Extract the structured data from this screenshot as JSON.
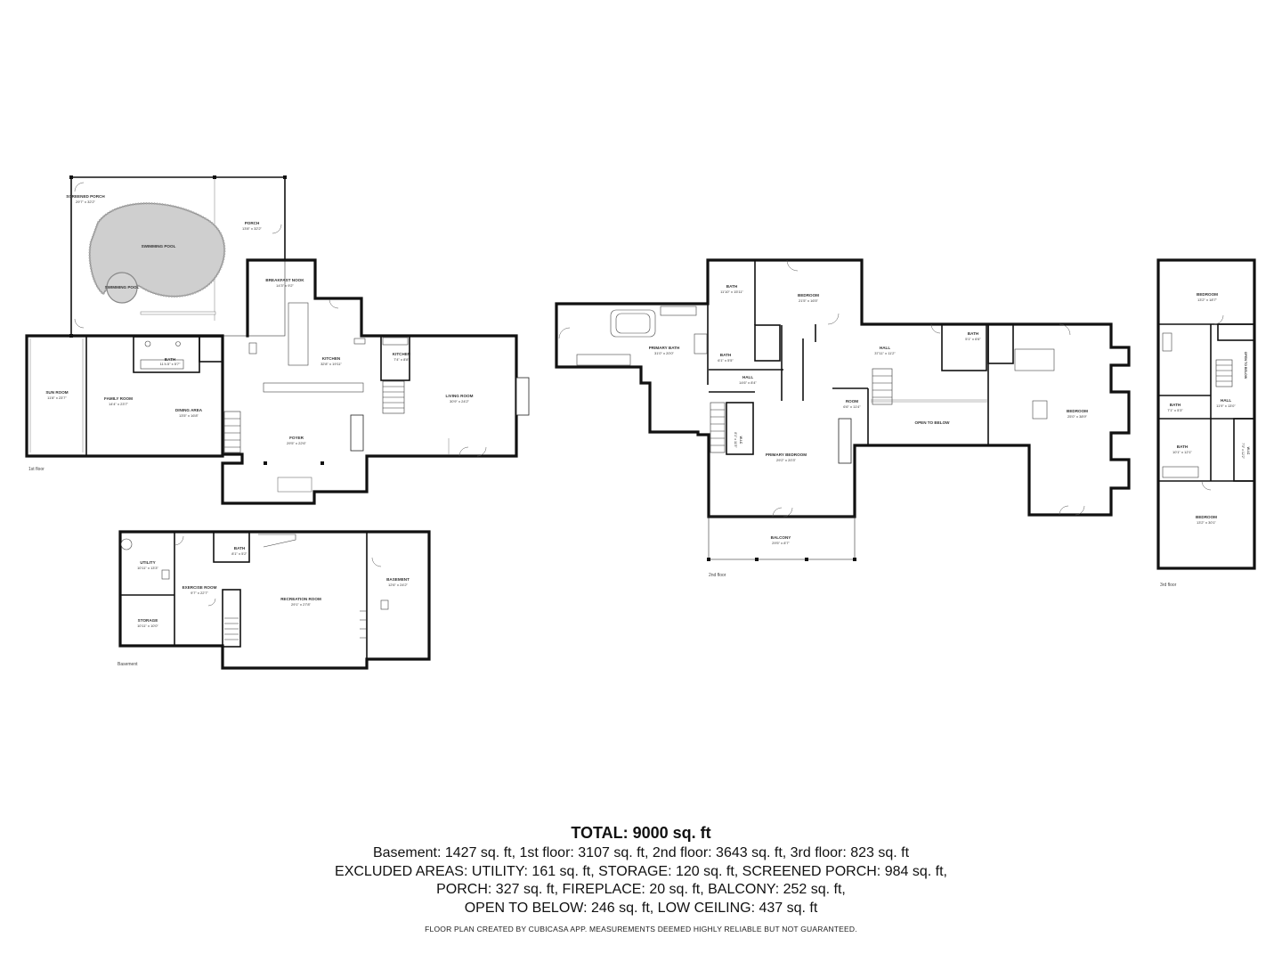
{
  "floors": {
    "first": {
      "label": "1st floor",
      "rooms": {
        "screened_porch": {
          "name": "SCREENED PORCH",
          "dims": "29'7\" x 32'2\""
        },
        "swimming_pool": {
          "name": "SWIMMING POOL"
        },
        "swimming_pool_small": {
          "name": "SWIMMING POOL"
        },
        "porch": {
          "name": "PORCH",
          "dims": "13'8\" x 32'2\""
        },
        "breakfast_nook": {
          "name": "BREAKFAST NOOK",
          "dims": "14'3\" x 9'2\""
        },
        "sun_room": {
          "name": "SUN ROOM",
          "dims": "11'8\" x 23'7\""
        },
        "family_room": {
          "name": "FAMILY ROOM",
          "dims": "14'4\" x 23'7\""
        },
        "bath": {
          "name": "BATH",
          "dims": "11'4.5\" x 5'7\""
        },
        "dining_area": {
          "name": "DINING AREA",
          "dims": "13'5\" x 16'8\""
        },
        "kitchen": {
          "name": "KITCHEN",
          "dims": "32'8\" x 19'11\""
        },
        "kitchen_small": {
          "name": "KITCHEN",
          "dims": "7'4\" x 8'8\""
        },
        "living_room": {
          "name": "LIVING ROOM",
          "dims": "30'9\" x 24'2\""
        },
        "foyer": {
          "name": "FOYER",
          "dims": "29'5\" x 22'6\""
        }
      }
    },
    "basement": {
      "label": "Basement",
      "rooms": {
        "utility": {
          "name": "UTILITY",
          "dims": "10'11\" x 13'3\""
        },
        "storage": {
          "name": "STORAGE",
          "dims": "10'11\" x 10'0\""
        },
        "bath": {
          "name": "BATH",
          "dims": "8'1\" x 5'2\""
        },
        "exercise_room": {
          "name": "EXERCISE ROOM",
          "dims": "9'7\" x 22'7\""
        },
        "recreation_room": {
          "name": "RECREATION ROOM",
          "dims": "29'1\" x 27'8\""
        },
        "basement": {
          "name": "BASEMENT",
          "dims": "12'6\" x 24'2\""
        }
      }
    },
    "second": {
      "label": "2nd floor",
      "rooms": {
        "primary_bath": {
          "name": "PRIMARY BATH",
          "dims": "31'0\" x 20'0\""
        },
        "bath_top": {
          "name": "BATH",
          "dims": "11'10\" x 15'11\""
        },
        "bedroom_top": {
          "name": "BEDROOM",
          "dims": "21'5\" x 16'5\""
        },
        "bath_small": {
          "name": "BATH",
          "dims": "6'1\" x 5'5\""
        },
        "hall_small": {
          "name": "HALL",
          "dims": "14'6\" x 8'4\""
        },
        "wic_1": {
          "name": "W.I.C",
          "dims": "8'1\" x 11'5\""
        },
        "primary_bedroom": {
          "name": "PRIMARY BEDROOM",
          "dims": "29'2\" x 20'3\""
        },
        "balcony": {
          "name": "BALCONY",
          "dims": "29'5\" x 8'7\""
        },
        "hall": {
          "name": "HALL",
          "dims": "37'11\" x 11'2\""
        },
        "room": {
          "name": "ROOM",
          "dims": "6'6\" x 11'4\""
        },
        "open_to_below": {
          "name": "OPEN TO BELOW"
        },
        "bath_right": {
          "name": "BATH",
          "dims": "5'1\" x 6'6\""
        },
        "bedroom_right": {
          "name": "BEDROOM",
          "dims": "25'0\" x 38'9\""
        }
      }
    },
    "third": {
      "label": "3rd floor",
      "rooms": {
        "bedroom_top": {
          "name": "BEDROOM",
          "dims": "13'2\" x 18'7\""
        },
        "open_to_below": {
          "name": "OPEN TO BELOW"
        },
        "hall": {
          "name": "HALL",
          "dims": "11'9\" x 13'0\""
        },
        "bath_upper": {
          "name": "BATH",
          "dims": "7'1\" x 5'3\""
        },
        "bath_lower": {
          "name": "BATH",
          "dims": "10'1\" x 12'1\""
        },
        "wic": {
          "name": "W.I.C",
          "dims": "7'3\" x 12'2\""
        },
        "bedroom_bottom": {
          "name": "BEDROOM",
          "dims": "13'2\" x 30'1\""
        }
      }
    }
  },
  "summary": {
    "total": "TOTAL: 9000 sq. ft",
    "line1": "Basement: 1427 sq. ft, 1st floor: 3107 sq. ft, 2nd floor: 3643 sq. ft, 3rd floor: 823 sq. ft",
    "line2": "EXCLUDED AREAS: UTILITY: 161 sq. ft, STORAGE: 120 sq. ft, SCREENED PORCH: 984 sq. ft,",
    "line3": "PORCH: 327 sq. ft, FIREPLACE: 20 sq. ft, BALCONY: 252 sq. ft,",
    "line4": "OPEN TO BELOW: 246 sq. ft, LOW CEILING: 437 sq. ft",
    "disclaimer": "FLOOR PLAN CREATED BY CUBICASA APP. MEASUREMENTS DEEMED HIGHLY RELIABLE BUT NOT GUARANTEED."
  }
}
